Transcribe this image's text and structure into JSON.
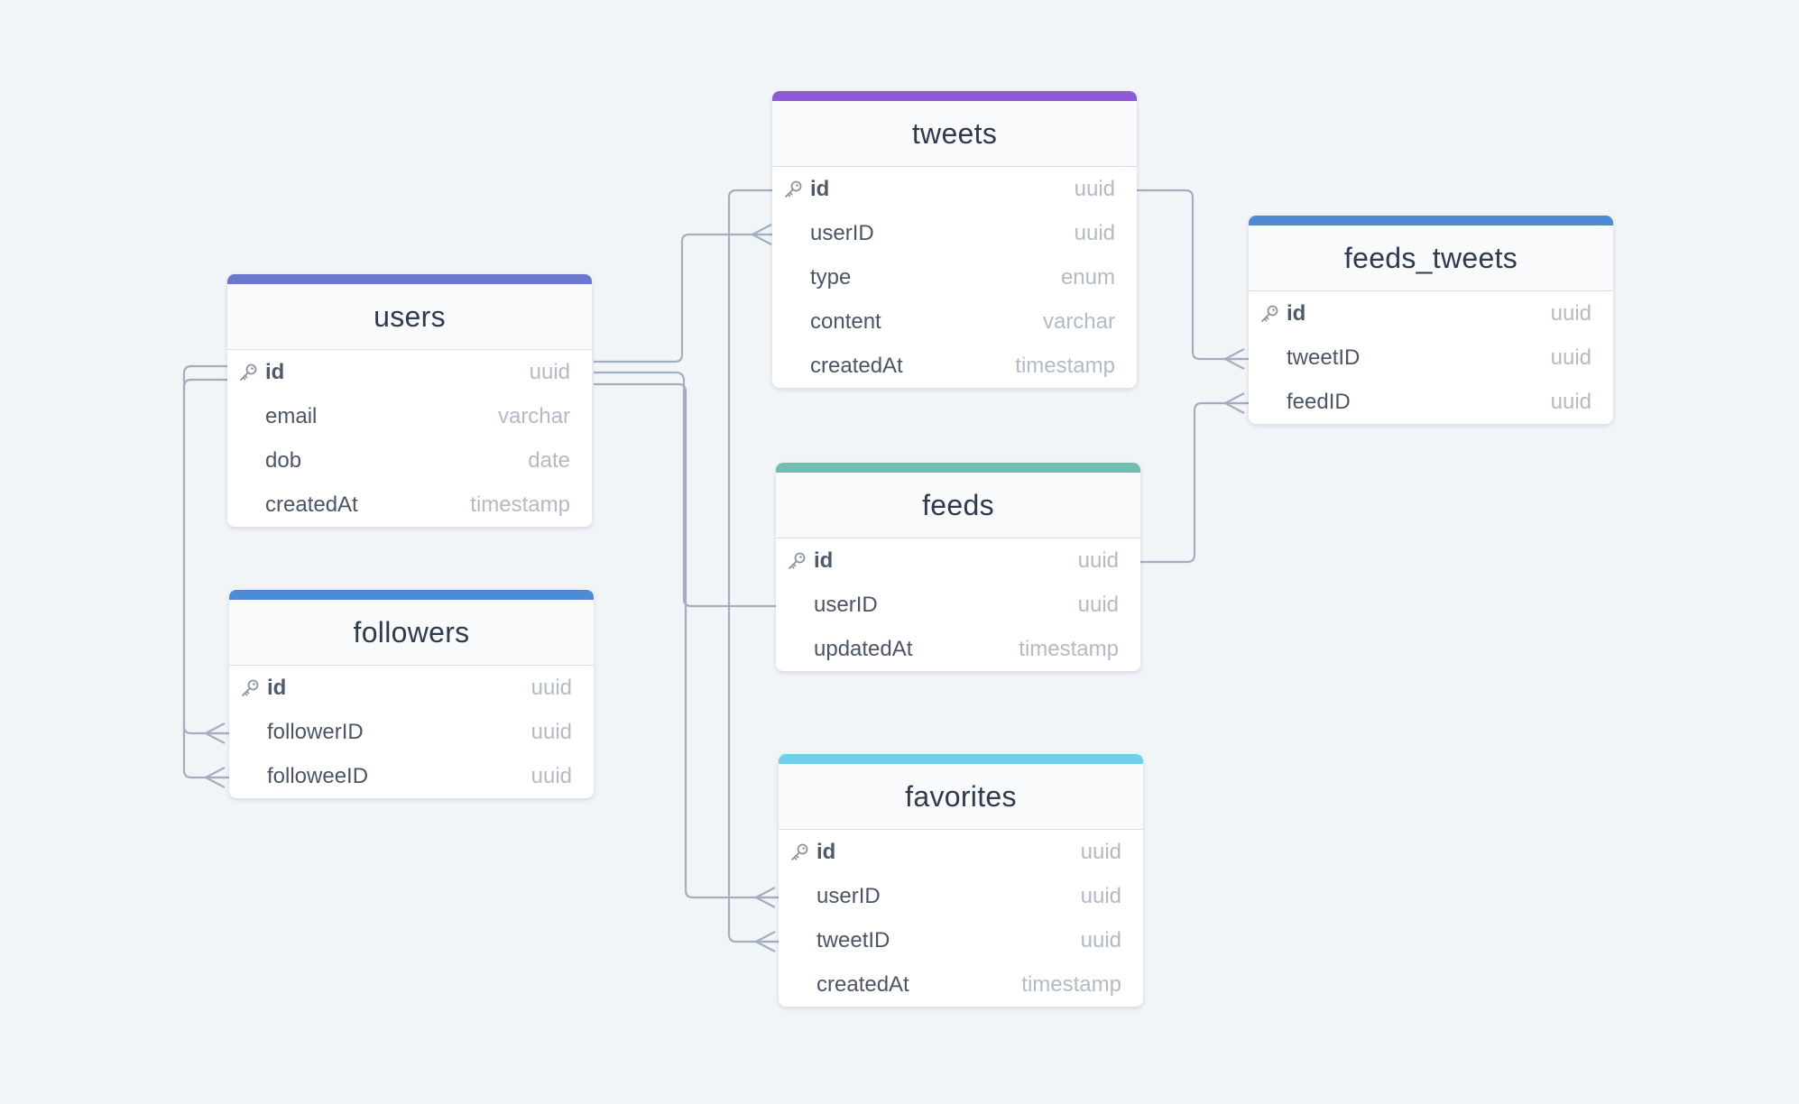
{
  "colors": {
    "background": "#f2f5f8",
    "connector": "#a3afbf",
    "users": "#6b77cc",
    "tweets": "#8f5ad8",
    "feeds_tweets": "#4e8ad6",
    "feeds": "#6fbfb1",
    "followers": "#4e8ad6",
    "favorites": "#6dd1ea"
  },
  "icons": {
    "primary_key": "key-icon"
  },
  "tables": {
    "users": {
      "name": "users",
      "columns": [
        {
          "name": "id",
          "type": "uuid",
          "pk": true
        },
        {
          "name": "email",
          "type": "varchar"
        },
        {
          "name": "dob",
          "type": "date"
        },
        {
          "name": "createdAt",
          "type": "timestamp"
        }
      ]
    },
    "tweets": {
      "name": "tweets",
      "columns": [
        {
          "name": "id",
          "type": "uuid",
          "pk": true
        },
        {
          "name": "userID",
          "type": "uuid"
        },
        {
          "name": "type",
          "type": "enum"
        },
        {
          "name": "content",
          "type": "varchar"
        },
        {
          "name": "createdAt",
          "type": "timestamp"
        }
      ]
    },
    "feeds_tweets": {
      "name": "feeds_tweets",
      "columns": [
        {
          "name": "id",
          "type": "uuid",
          "pk": true
        },
        {
          "name": "tweetID",
          "type": "uuid"
        },
        {
          "name": "feedID",
          "type": "uuid"
        }
      ]
    },
    "feeds": {
      "name": "feeds",
      "columns": [
        {
          "name": "id",
          "type": "uuid",
          "pk": true
        },
        {
          "name": "userID",
          "type": "uuid"
        },
        {
          "name": "updatedAt",
          "type": "timestamp"
        }
      ]
    },
    "followers": {
      "name": "followers",
      "columns": [
        {
          "name": "id",
          "type": "uuid",
          "pk": true
        },
        {
          "name": "followerID",
          "type": "uuid"
        },
        {
          "name": "followeeID",
          "type": "uuid"
        }
      ]
    },
    "favorites": {
      "name": "favorites",
      "columns": [
        {
          "name": "id",
          "type": "uuid",
          "pk": true
        },
        {
          "name": "userID",
          "type": "uuid"
        },
        {
          "name": "tweetID",
          "type": "uuid"
        },
        {
          "name": "createdAt",
          "type": "timestamp"
        }
      ]
    }
  },
  "relationships": [
    {
      "from": "users.id",
      "to": "tweets.userID",
      "cardinality": "one-to-many"
    },
    {
      "from": "users.id",
      "to": "feeds.userID",
      "cardinality": "one-to-one"
    },
    {
      "from": "users.id",
      "to": "favorites.userID",
      "cardinality": "one-to-many"
    },
    {
      "from": "users.id",
      "to": "followers.followerID",
      "cardinality": "one-to-many"
    },
    {
      "from": "users.id",
      "to": "followers.followeeID",
      "cardinality": "one-to-many"
    },
    {
      "from": "tweets.id",
      "to": "feeds_tweets.tweetID",
      "cardinality": "one-to-many"
    },
    {
      "from": "tweets.id",
      "to": "favorites.tweetID",
      "cardinality": "one-to-many"
    },
    {
      "from": "feeds.id",
      "to": "feeds_tweets.feedID",
      "cardinality": "one-to-many"
    }
  ]
}
